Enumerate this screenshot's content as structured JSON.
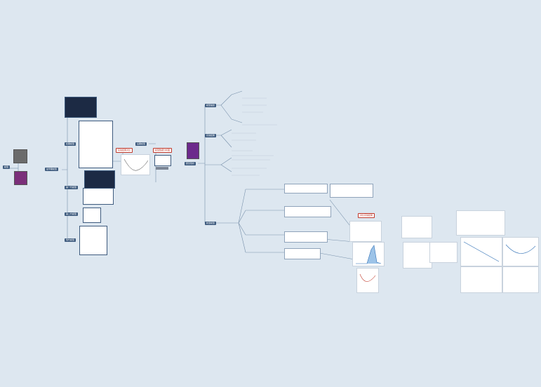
{
  "root": {
    "label": "模型"
  },
  "branches": [
    {
      "id": "b1",
      "label": "最早期模型"
    },
    {
      "id": "b2",
      "label": "后期模型"
    },
    {
      "id": "b3",
      "label": "研究现状"
    },
    {
      "id": "b4",
      "label": "新型模型"
    }
  ],
  "subnodes": [
    "初期模型",
    "第一代模型",
    "第二代模型",
    "现代模型",
    "模型描述",
    "实验结果"
  ],
  "redlabels": [
    "实验结果对比",
    "模型数据分析图",
    "对比实验结果"
  ],
  "palette": {
    "background": "#dde7f0",
    "node": "#3e5b7e",
    "line": "#7891ab",
    "accent": "#c0392b"
  }
}
